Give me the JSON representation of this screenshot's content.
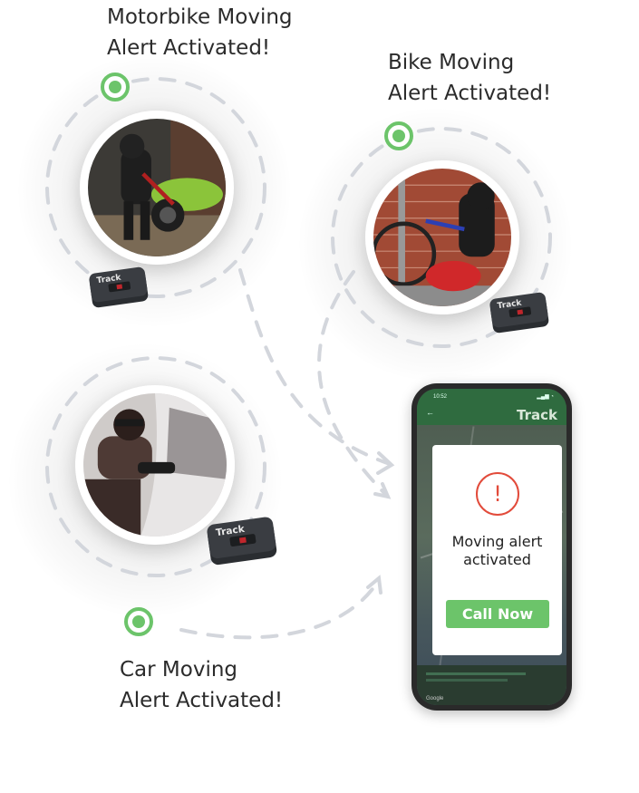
{
  "captions": {
    "motorbike": "Motorbike Moving\nAlert Activated!",
    "bike": "Bike Moving\nAlert Activated!",
    "car": "Car Moving\nAlert Activated!"
  },
  "device": {
    "brand": "Track"
  },
  "phone": {
    "status_time": "10:52",
    "app_logo": "Track",
    "back_label": "←",
    "map_footer_label": "Google",
    "alert": {
      "icon": "!",
      "message": "Moving alert\nactivated",
      "button_label": "Call Now"
    }
  },
  "colors": {
    "accent_green": "#6cc46a",
    "marker_green": "#6cc46a",
    "dash_gray": "#d3d6dc",
    "alert_red": "#e24b3b",
    "app_bar_green": "#2f6b3f"
  }
}
